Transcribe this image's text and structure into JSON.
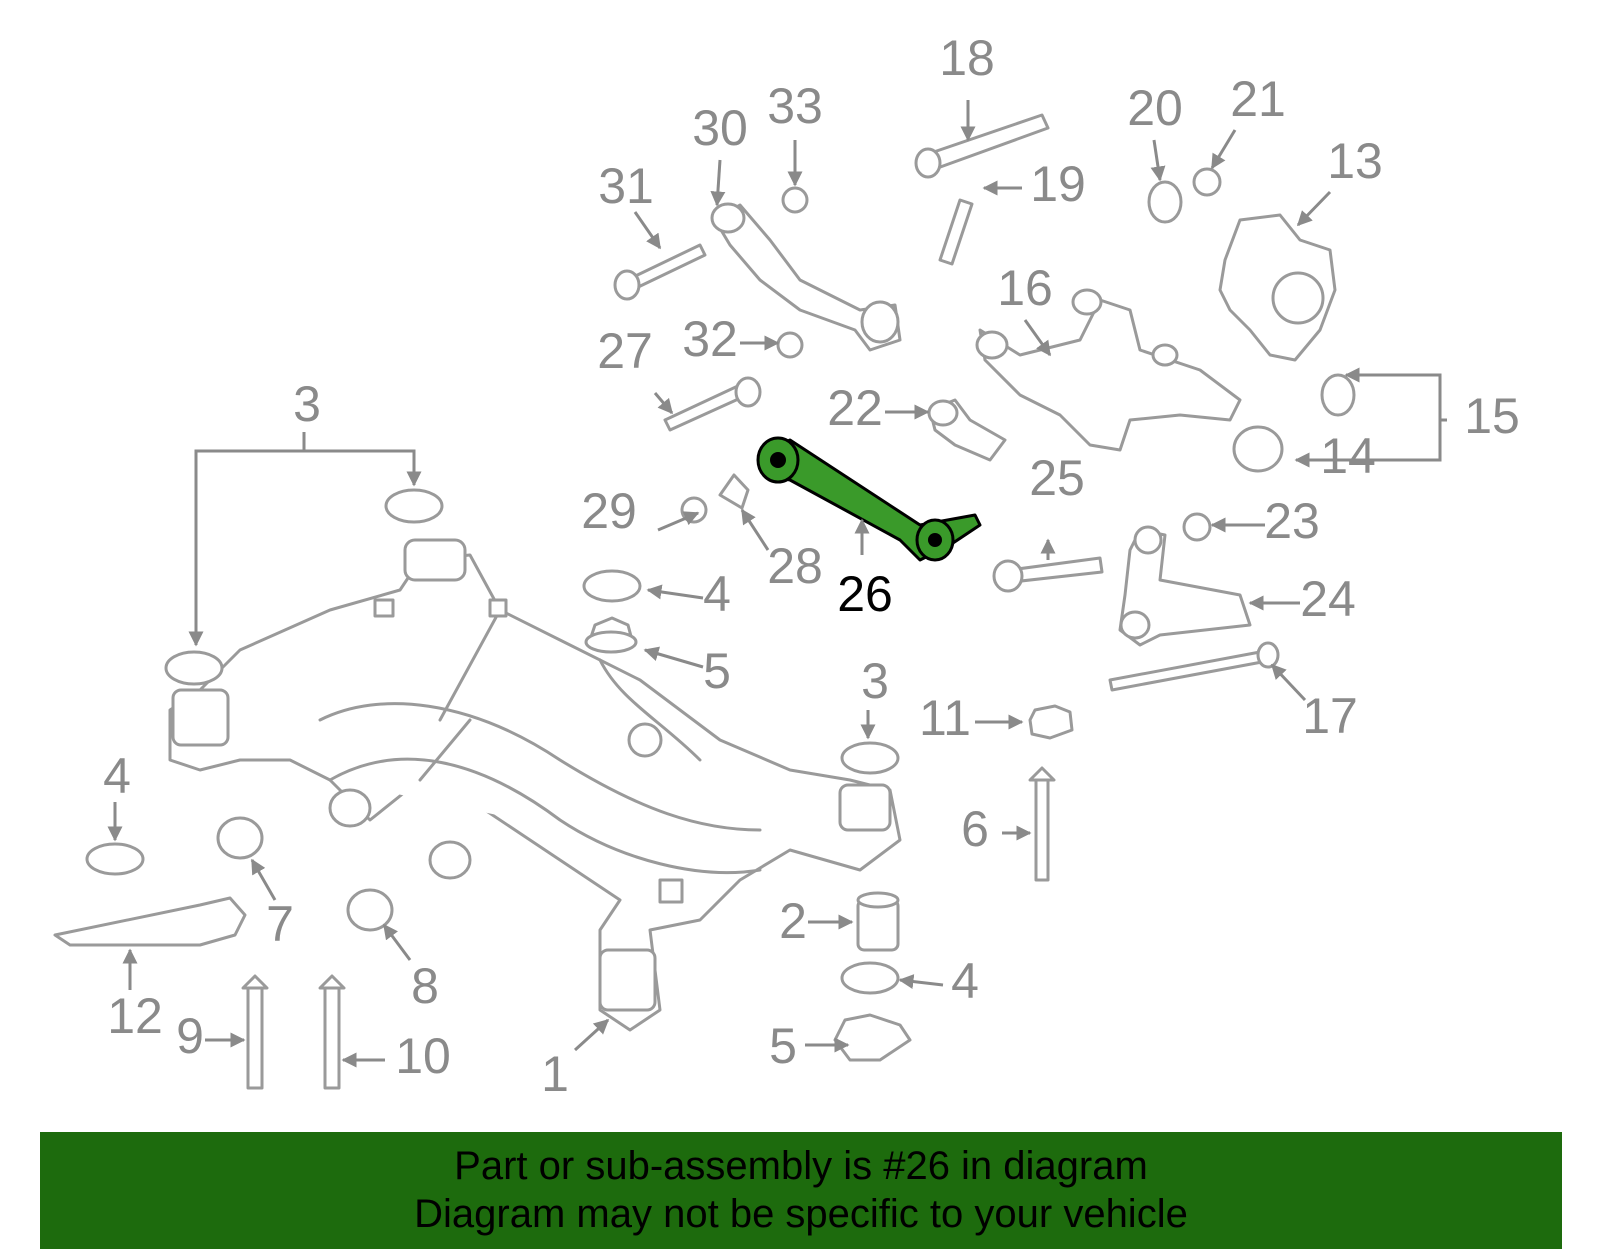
{
  "diagram": {
    "highlight_color": "#3a9a2a",
    "highlighted_part": "26",
    "labels": [
      "1",
      "2",
      "3",
      "3",
      "3",
      "4",
      "4",
      "4",
      "5",
      "5",
      "6",
      "7",
      "8",
      "9",
      "10",
      "11",
      "12",
      "13",
      "14",
      "15",
      "16",
      "17",
      "18",
      "19",
      "20",
      "21",
      "22",
      "23",
      "24",
      "25",
      "26",
      "27",
      "28",
      "29",
      "30",
      "31",
      "32",
      "33"
    ]
  },
  "footer": {
    "background": "#1d6b0d",
    "line1": "Part or sub-assembly is #26 in diagram",
    "line2": "Diagram may not be specific to your vehicle"
  }
}
